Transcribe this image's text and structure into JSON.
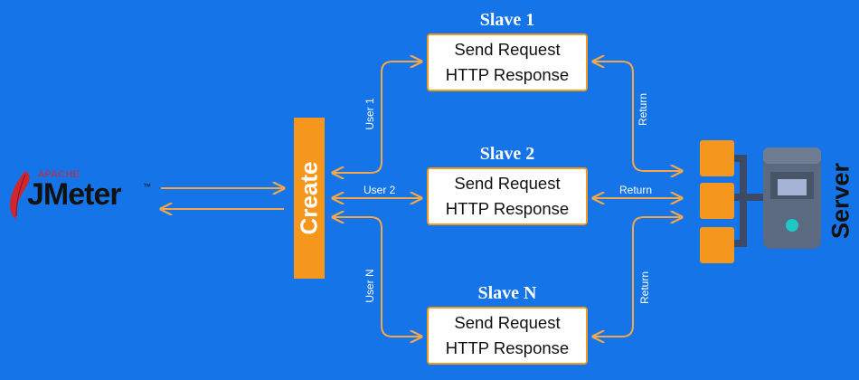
{
  "logo": {
    "apache": "APACHE",
    "name": "JMeter",
    "trademark": "™"
  },
  "create_label": "Create",
  "server_label": "Server",
  "slaves": [
    {
      "title": "Slave 1",
      "line1": "Send Request",
      "line2": "HTTP Response",
      "user_label": "User 1",
      "return_label": "Return"
    },
    {
      "title": "Slave 2",
      "line1": "Send Request",
      "line2": "HTTP Response",
      "user_label": "User 2",
      "return_label": "Return"
    },
    {
      "title": "Slave N",
      "line1": "Send Request",
      "line2": "HTTP Response",
      "user_label": "User N",
      "return_label": "Return"
    }
  ],
  "colors": {
    "background": "#1474e8",
    "accent_orange": "#f5961d",
    "line_orange": "#f3a74a",
    "server_body": "#5b6a80",
    "server_panel": "#a4b3d6",
    "server_led": "#20c7c7"
  }
}
